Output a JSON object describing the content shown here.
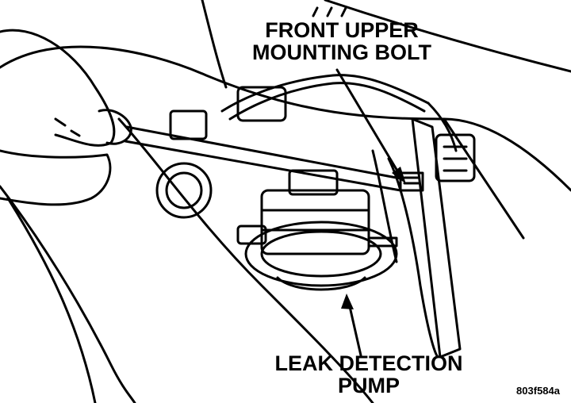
{
  "callouts": {
    "bolt_line1": "FRONT UPPER",
    "bolt_line2": "MOUNTING BOLT",
    "pump_line1": "LEAK DETECTION",
    "pump_line2": "PUMP"
  },
  "figure_id": "803f584a",
  "colors": {
    "ink": "#000000",
    "paper": "#ffffff"
  }
}
